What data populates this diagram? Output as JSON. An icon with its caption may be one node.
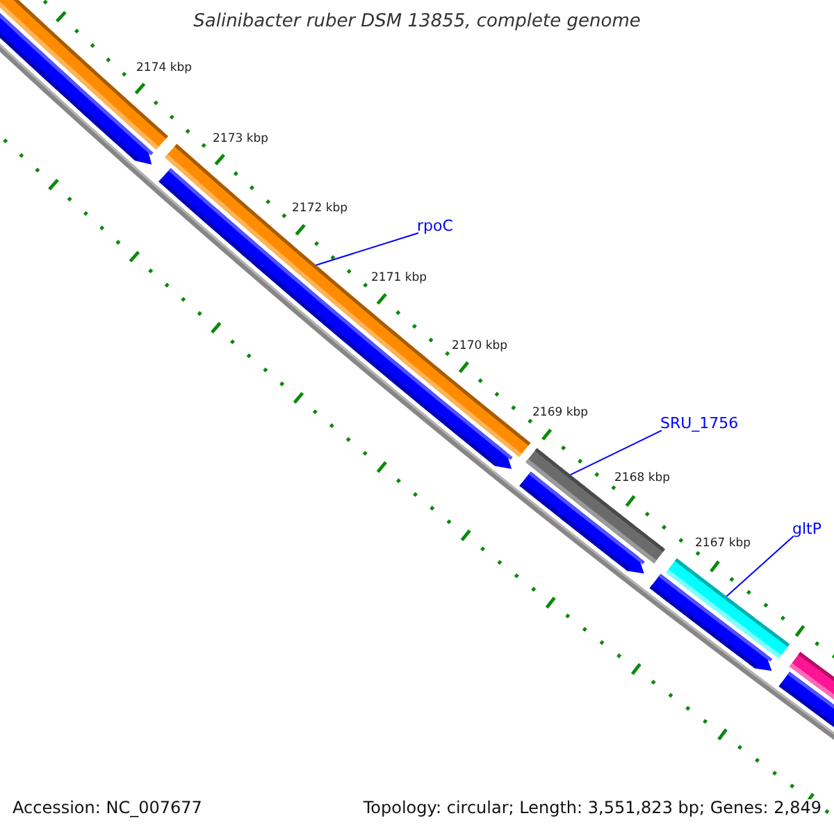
{
  "diagram": {
    "title": "Salinibacter ruber DSM 13855, complete genome",
    "nodes": [
      {
        "text": [
          "rpoC"
        ]
      },
      {
        "text": [],
        "shape": "bar"
      },
      {
        "text": [
          "SRU_1756"
        ]
      },
      {
        "text": [],
        "shape": "bar"
      },
      {
        "text": [
          "gltP"
        ]
      },
      {
        "text": [],
        "shape": "bar"
      }
    ],
    "edges": [
      {
        "from": 0,
        "to": 1,
        "arrow": "none"
      },
      {
        "from": 2,
        "to": 3,
        "arrow": "none"
      },
      {
        "from": 4,
        "to": 5,
        "arrow": "none"
      }
    ],
    "labels": [
      "2174 kbp",
      "2173 kbp",
      "2172 kbp",
      "2171 kbp",
      "2170 kbp",
      "2169 kbp",
      "2168 kbp",
      "2167 kbp",
      "Accession: NC_007677",
      "Topology: circular; Length: 3,551,823 bp; Genes: 2,849"
    ]
  }
}
